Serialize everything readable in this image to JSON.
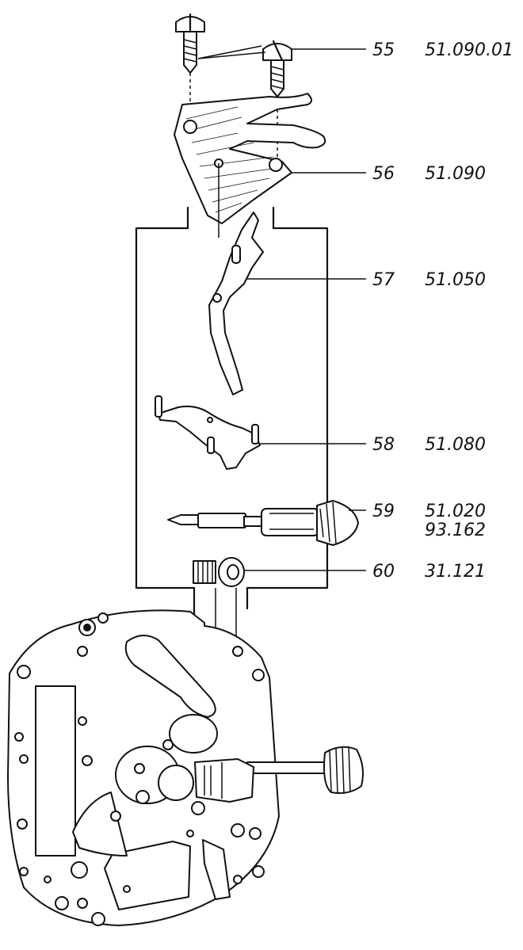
{
  "callouts": [
    {
      "number": "55",
      "codes": [
        "51.090.01"
      ]
    },
    {
      "number": "56",
      "codes": [
        "51.090"
      ]
    },
    {
      "number": "57",
      "codes": [
        "51.050"
      ]
    },
    {
      "number": "58",
      "codes": [
        "51.080"
      ]
    },
    {
      "number": "59",
      "codes": [
        "51.020",
        "93.162"
      ]
    },
    {
      "number": "60",
      "codes": [
        "31.121"
      ]
    }
  ],
  "parts": {
    "screws": "screw-icon",
    "cover_plate": "plate-icon",
    "setting_lever": "lever-icon",
    "yoke": "yoke-icon",
    "winding_stem": "stem-icon",
    "clutch_pinion": "pinion-icon",
    "movement": "movement-icon"
  }
}
